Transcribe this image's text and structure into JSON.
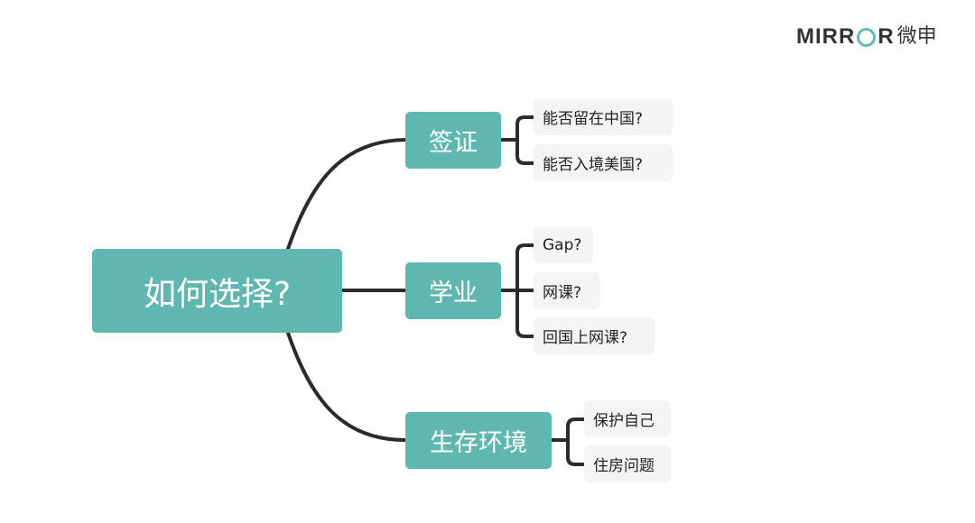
{
  "logo": {
    "text_before": "MIRR",
    "text_after": "R",
    "text_cn": "微申",
    "accent_color": "#5fbdb6"
  },
  "colors": {
    "node_fill": "#60b7b0",
    "leaf_fill": "#f4f4f4",
    "connector": "#2b2b2b"
  },
  "mindmap": {
    "root": "如何选择?",
    "branches": [
      {
        "label": "签证",
        "children": [
          "能否留在中国?",
          "能否入境美国?"
        ]
      },
      {
        "label": "学业",
        "children": [
          "Gap?",
          "网课?",
          "回国上网课?"
        ]
      },
      {
        "label": "生存环境",
        "children": [
          "保护自己",
          "住房问题"
        ]
      }
    ]
  }
}
